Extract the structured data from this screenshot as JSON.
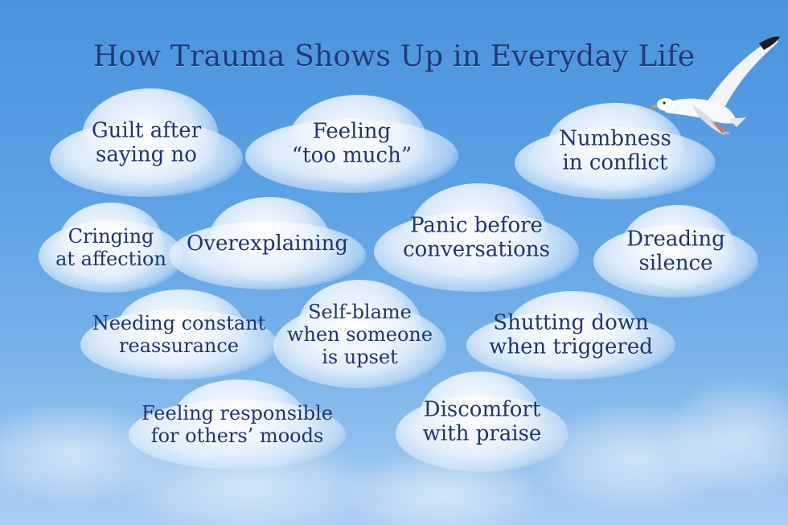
{
  "title": "How Trauma Shows Up in Everyday Life",
  "colors": {
    "sky_top": "#4a93dc",
    "sky_bottom": "#a9cdf2",
    "text": "#1f3470",
    "title": "#1f3a7a"
  },
  "clouds": [
    {
      "id": "guilt-after-saying-no",
      "text": "Guilt after\nsaying no"
    },
    {
      "id": "feeling-too-much",
      "text": "Feeling\n“too much”"
    },
    {
      "id": "numbness-in-conflict",
      "text": "Numbness\nin conflict"
    },
    {
      "id": "cringing-at-affection",
      "text": "Cringing\nat affection"
    },
    {
      "id": "overexplaining",
      "text": "Overexplaining"
    },
    {
      "id": "panic-before-conversations",
      "text": "Panic before\nconversations"
    },
    {
      "id": "dreading-silence",
      "text": "Dreading\nsilence"
    },
    {
      "id": "needing-constant-reassurance",
      "text": "Needing constant\nreassurance"
    },
    {
      "id": "self-blame",
      "text": "Self-blame\nwhen someone\nis upset"
    },
    {
      "id": "shutting-down",
      "text": "Shutting down\nwhen triggered"
    },
    {
      "id": "feeling-responsible",
      "text": "Feeling responsible\nfor others’ moods"
    },
    {
      "id": "discomfort-with-praise",
      "text": "Discomfort\nwith praise"
    }
  ],
  "decoration": {
    "bird": "seagull-icon"
  }
}
